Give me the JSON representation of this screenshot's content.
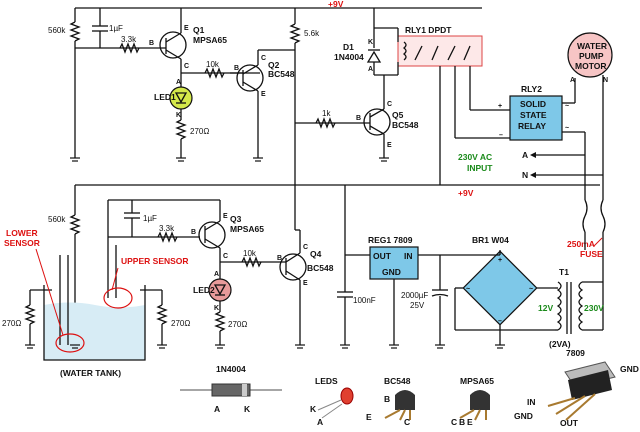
{
  "rails": {
    "top": "+9V",
    "mid": "+9V"
  },
  "upper_circuit": {
    "r_top": "560k",
    "cap": "1µF",
    "r_base": "3.3k",
    "q1_name": "Q1",
    "q1_type": "MPSA65",
    "led": "LED1",
    "r_led": "270Ω",
    "r_q2": "10k",
    "q2_name": "Q2",
    "q2_type": "BC548",
    "r_pull": "5.6k",
    "r_q5": "1k",
    "q5_name": "Q5",
    "q5_type": "BC548",
    "d1_name": "D1",
    "d1_type": "1N4004"
  },
  "relay1": "RLY1 DPDT",
  "relay2": {
    "name": "RLY2",
    "lines": [
      "SOLID",
      "STATE",
      "RELAY"
    ]
  },
  "motor": {
    "lines": [
      "WATER",
      "PUMP",
      "MOTOR"
    ]
  },
  "ac_input": {
    "line1": "230V AC",
    "line2": "INPUT",
    "a": "A",
    "n": "N"
  },
  "lower_circuit": {
    "r_top": "560k",
    "cap": "1µF",
    "r_base": "3.3k",
    "q3_name": "Q3",
    "q3_type": "MPSA65",
    "led": "LED2",
    "r_led": "270Ω",
    "r_q4": "10k",
    "q4_name": "Q4",
    "q4_type": "BC548",
    "r_left": "270Ω",
    "r_right": "270Ω"
  },
  "sensors": {
    "lower": [
      "LOWER",
      "SENSOR"
    ],
    "upper": "UPPER SENSOR",
    "tank": "(WATER TANK)"
  },
  "regulator": {
    "name": "REG1 7809",
    "out": "OUT",
    "in": "IN",
    "gnd": "GND",
    "cap1": "100nF",
    "cap2a": "2000µF",
    "cap2b": "25V"
  },
  "bridge": {
    "name": "BR1 W04",
    "plus": "+",
    "tilde": "~",
    "minus": "–"
  },
  "fuse": {
    "line1": "250mA",
    "line2": "FUSE"
  },
  "transformer": {
    "name": "T1",
    "secondary": "12V",
    "primary": "230V",
    "rating": "(2VA)"
  },
  "pinouts": {
    "diode": {
      "name": "1N4004",
      "a": "A",
      "k": "K"
    },
    "leds": {
      "name": "LEDS",
      "k": "K",
      "a": "A"
    },
    "bc548": {
      "name": "BC548",
      "b": "B",
      "e": "E",
      "c": "C"
    },
    "mpsa65": {
      "name": "MPSA65",
      "c": "C",
      "b": "B",
      "e": "E"
    },
    "reg7809": {
      "name": "7809",
      "gnd_top": "GND",
      "in": "IN",
      "gnd": "GND",
      "out": "OUT"
    }
  },
  "pin_letters": {
    "a": "A",
    "k": "K",
    "b": "B",
    "c": "C",
    "e": "E"
  },
  "colors": {
    "wire": "#111111",
    "accent_red": "#dd1111",
    "label_green": "#1a8a1a",
    "relay_box": "#fde8e8",
    "ssr_fill": "#7ec8e8",
    "motor_fill": "#f7c5c5",
    "led1": "#d4e84a",
    "led2": "#e89a9a",
    "water": "#d7ecf5"
  }
}
